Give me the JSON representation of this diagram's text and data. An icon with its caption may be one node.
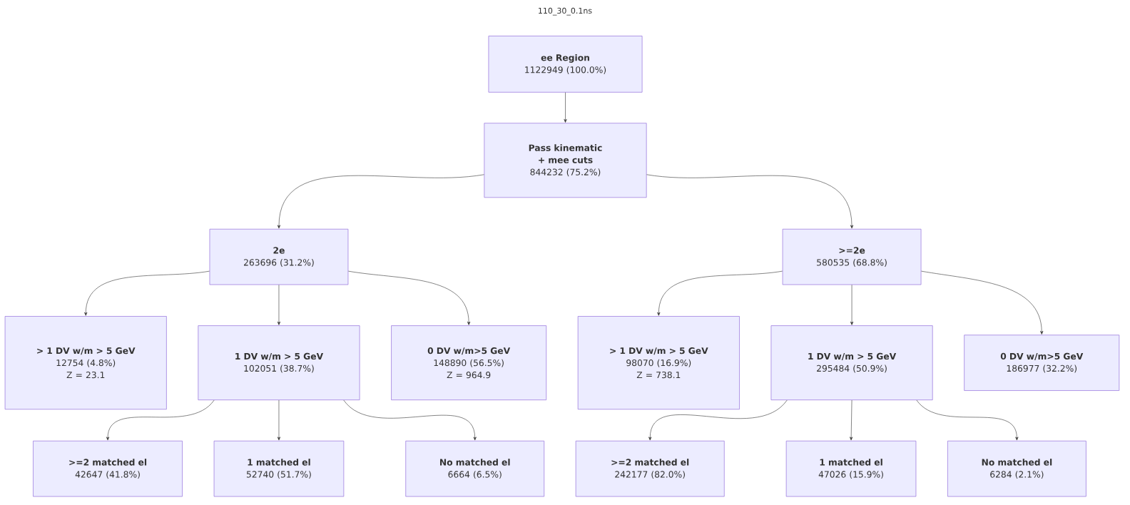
{
  "diagram": {
    "title": "110_30_0.1ns",
    "nodes": [
      {
        "text": [
          "ee Region",
          "1122949 (100.0%)"
        ]
      },
      {
        "text": [
          "Pass kinematic + mee cuts",
          "844232 (75.2%)"
        ]
      },
      {
        "text": [
          "2e",
          "263696 (31.2%)"
        ]
      },
      {
        "text": [
          ">=2e",
          "580535 (68.8%)"
        ]
      },
      {
        "text": [
          "> 1 DV w/m > 5 GeV",
          "12754 (4.8%)",
          "Z = 23.1"
        ]
      },
      {
        "text": [
          "1 DV w/m > 5 GeV",
          "102051 (38.7%)"
        ]
      },
      {
        "text": [
          "0 DV w/m>5 GeV",
          "148890 (56.5%)",
          "Z = 964.9"
        ]
      },
      {
        "text": [
          "> 1 DV w/m > 5 GeV",
          "98070 (16.9%)",
          "Z = 738.1"
        ]
      },
      {
        "text": [
          "1 DV w/m > 5 GeV",
          "295484 (50.9%)"
        ]
      },
      {
        "text": [
          "0 DV w/m>5 GeV",
          "186977 (32.2%)"
        ]
      },
      {
        "text": [
          ">=2 matched el",
          "42647 (41.8%)"
        ]
      },
      {
        "text": [
          "1 matched el",
          "52740 (51.7%)"
        ]
      },
      {
        "text": [
          "No matched el",
          "6664 (6.5%)"
        ]
      },
      {
        "text": [
          ">=2 matched el",
          "242177 (82.0%)"
        ]
      },
      {
        "text": [
          "1 matched el",
          "47026 (15.9%)"
        ]
      },
      {
        "text": [
          "No matched el",
          "6284 (2.1%)"
        ]
      }
    ],
    "edges": [
      {
        "from": 0,
        "to": 1,
        "arrow": "to"
      },
      {
        "from": 1,
        "to": 2,
        "arrow": "to"
      },
      {
        "from": 1,
        "to": 3,
        "arrow": "to"
      },
      {
        "from": 2,
        "to": 4,
        "arrow": "to"
      },
      {
        "from": 2,
        "to": 5,
        "arrow": "to"
      },
      {
        "from": 2,
        "to": 6,
        "arrow": "to"
      },
      {
        "from": 3,
        "to": 7,
        "arrow": "to"
      },
      {
        "from": 3,
        "to": 8,
        "arrow": "to"
      },
      {
        "from": 3,
        "to": 9,
        "arrow": "to"
      },
      {
        "from": 5,
        "to": 10,
        "arrow": "to"
      },
      {
        "from": 5,
        "to": 11,
        "arrow": "to"
      },
      {
        "from": 5,
        "to": 12,
        "arrow": "to"
      },
      {
        "from": 8,
        "to": 13,
        "arrow": "to"
      },
      {
        "from": 8,
        "to": 14,
        "arrow": "to"
      },
      {
        "from": 8,
        "to": 15,
        "arrow": "to"
      }
    ]
  }
}
